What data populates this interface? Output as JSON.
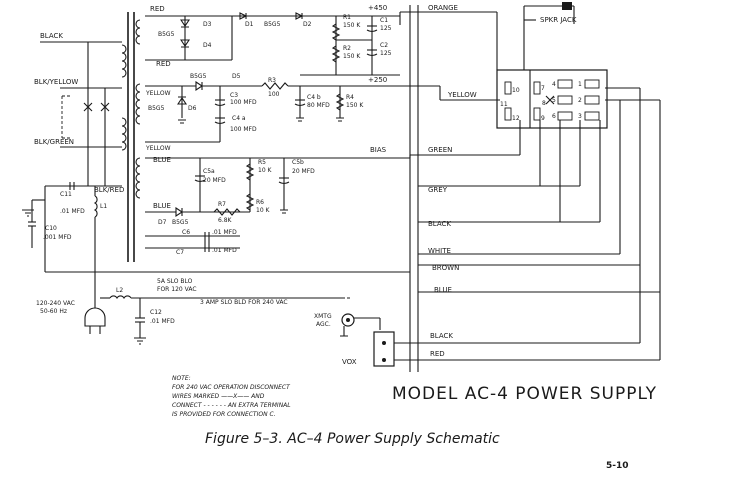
{
  "header": {
    "voltage_top": "+450",
    "voltage_mid": "+250",
    "speaker_jack": "SPKR JACK"
  },
  "wire_labels": {
    "black": "BLACK",
    "blk_yellow": "BLK/YELLOW",
    "blk_green": "BLK/GREEN",
    "blk_red": "BLK/RED",
    "red_top": "RED",
    "red_bottom": "RED",
    "yellow": "YELLOW",
    "yellow_low": "YELLOW",
    "blue_upper": "BLUE",
    "blue_lower": "BLUE",
    "orange": "ORANGE",
    "yellow_out": "YELLOW",
    "bias": "BIAS",
    "green": "GREEN",
    "grey": "GREY",
    "black_out": "BLACK",
    "white": "WHITE",
    "brown": "BROWN",
    "blue_out": "BLUE",
    "black_lower": "BLACK",
    "red_lower": "RED"
  },
  "components": {
    "d1": "D1",
    "d2": "D2",
    "d3": "D3",
    "d4": "D4",
    "d5": "D5",
    "d6": "D6",
    "d7": "D7",
    "b5g5_pair": "B5G5",
    "b5g5_series": "B5G5",
    "b5g5_d5": "B5G5",
    "b5g5_d6": "B5G5",
    "b5g5_d7": "B5G5",
    "r1": "R1",
    "r1_val": "150 K",
    "r2": "R2",
    "r2_val": "150 K",
    "c1": "C1",
    "c1_val": "125",
    "c2": "C2",
    "c2_val": "125",
    "r3": "R3",
    "r3_val": "100",
    "c3": "C3",
    "c3_val": "100 MFD",
    "c4b": "C4 b",
    "c4b_val": "80 MFD",
    "r4": "R4",
    "r4_val": "150 K",
    "c4a": "C4 a",
    "c4a_val": "100 MFD",
    "r5": "R5",
    "r5_val": "10 K",
    "c5a": "C5a",
    "c5a_val": "20 MFD",
    "c5b": "C5b",
    "c5b_val": "20 MFD",
    "r6": "R6",
    "r6_val": "10 K",
    "r7": "R7",
    "r7_val": "6.8K",
    "c6": "C6",
    "c6_val": ".01 MFD",
    "c7": "C7",
    "c7_val": ".01 MFD",
    "c11": "C11",
    "c11_val": ".01 MFD",
    "c10": "C10",
    "c10_val": ".001 MFD",
    "l1": "L1",
    "l2": "L2",
    "c12": "C12",
    "c12_val": ".01 MFD",
    "fuse_120": "5A SLO BLO",
    "fuse_120_b": "FOR 120 VAC",
    "fuse_240": "3 AMP SLO BLD  FOR 240 VAC",
    "ac_input": "120-240 VAC",
    "ac_input_b": "50-60 Hz",
    "xmtg": "XMTG",
    "agc": "AGC.",
    "vox": "VOX"
  },
  "connector_pins": {
    "p10": "10",
    "p11": "11",
    "p12": "12",
    "p9": "9",
    "p7": "7",
    "p8": "8",
    "p4": "4",
    "p5": "5",
    "p6": "6",
    "p1": "1",
    "p2": "2",
    "p3": "3"
  },
  "note": {
    "line1": "NOTE:",
    "line2": "FOR 240 VAC OPERATION DISCONNECT",
    "line3": "WIRES MARKED ——X—— AND",
    "line4": "CONNECT - - - - - - AN EXTRA TERMINAL",
    "line5": "IS PROVIDED FOR CONNECTION C."
  },
  "model_title": "MODEL  AC-4  POWER  SUPPLY",
  "caption": "Figure 5–3.   AC–4 Power Supply Schematic",
  "page_number": "5-10"
}
